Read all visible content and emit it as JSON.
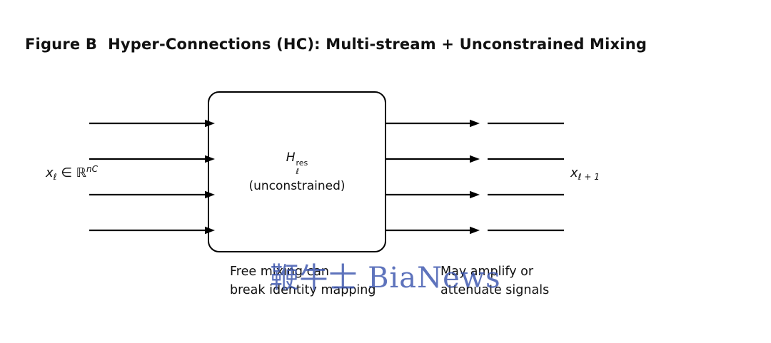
{
  "title": "Figure B  Hyper-Connections (HC): Multi-stream + Unconstrained Mixing",
  "diagram": {
    "streams": 4,
    "line_color": "#000000",
    "left_label": {
      "var": "x",
      "sub": "ℓ",
      "rel": " ∈ ",
      "set": "ℝ",
      "sup": "nC"
    },
    "right_label": {
      "var": "x",
      "sub": "ℓ + 1"
    },
    "box": {
      "h": "H",
      "h_sup": "res",
      "h_sub": "ℓ",
      "subtitle": "(unconstrained)"
    },
    "captions": {
      "left": [
        "Free mixing can",
        "break identity mapping"
      ],
      "right": [
        "May amplify or",
        "attenuate signals"
      ]
    }
  },
  "watermark": {
    "text": "鞭牛士 BiaNews",
    "color": "#3b55ae"
  }
}
